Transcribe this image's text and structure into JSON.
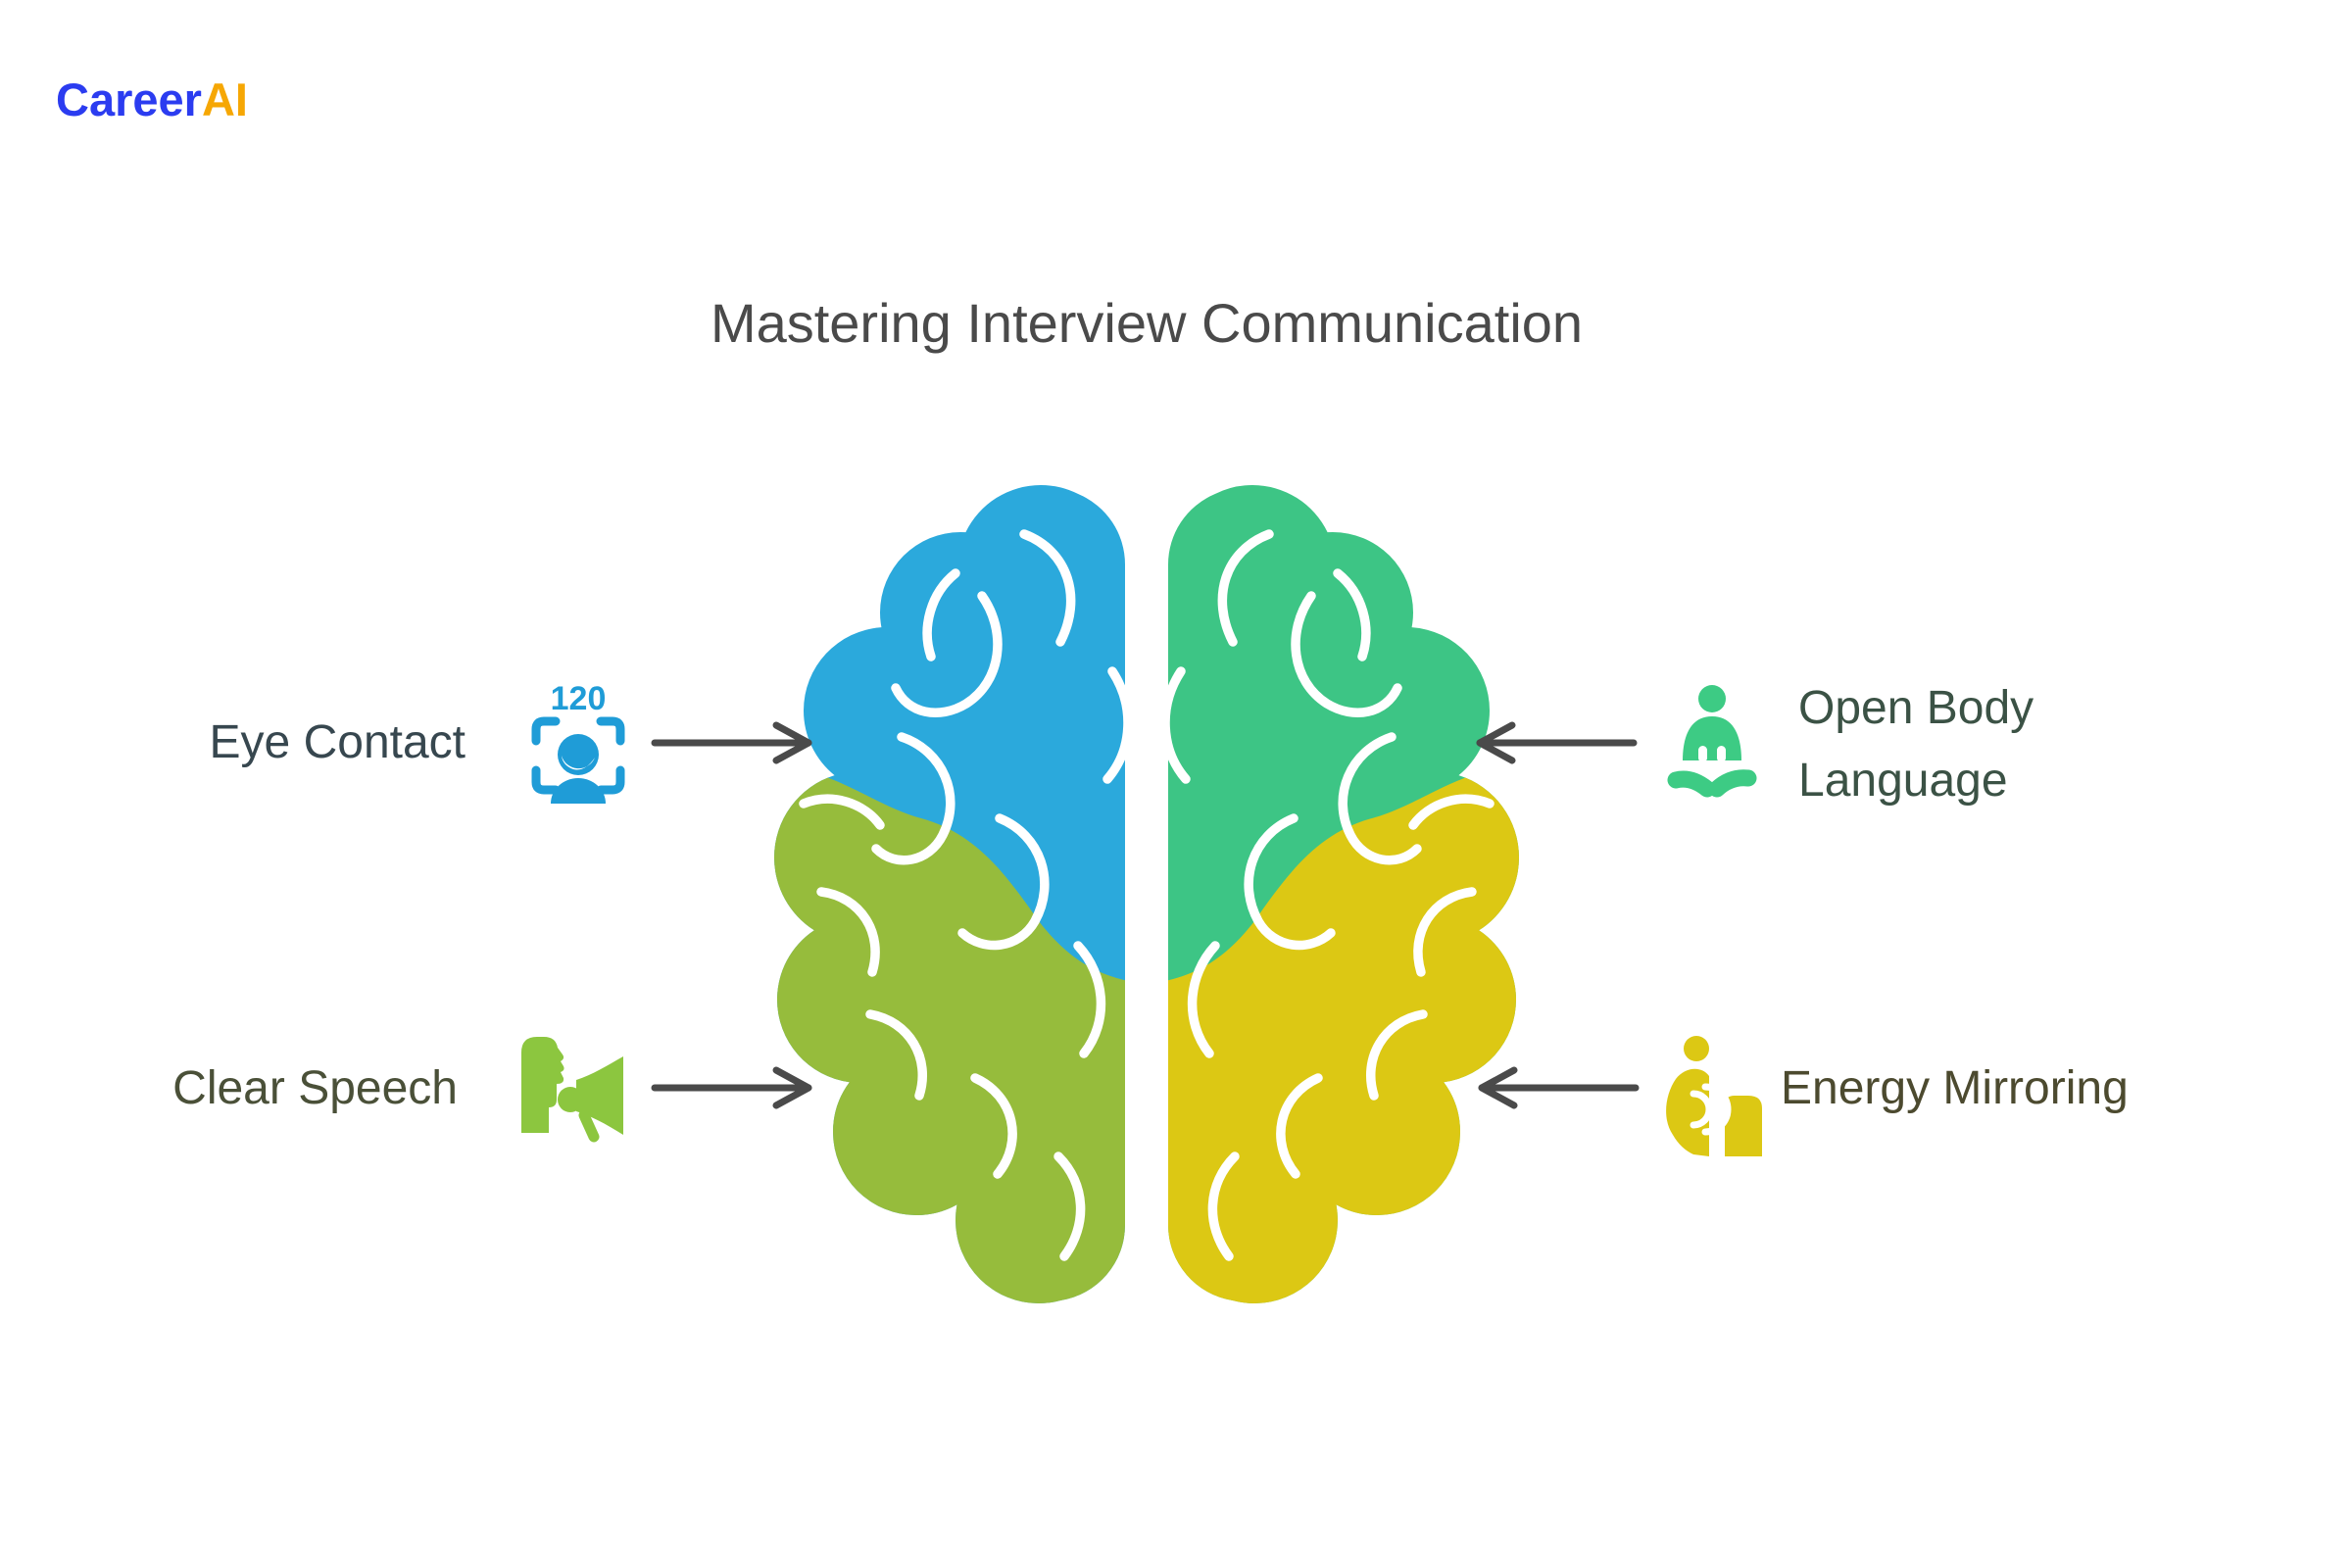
{
  "brand": {
    "logo_part1": "Career",
    "logo_part2": "AI",
    "logo_colors": {
      "part1": "#2B3CF0",
      "part2": "#F6A704"
    }
  },
  "title": "Mastering Interview Communication",
  "diagram": {
    "type": "brain-quadrant-infographic",
    "center_graphic": "top view brain split into four colored quadrants with white gyri lines",
    "background_color": "#FFFFFF",
    "arrow_color": "#4A4A4A",
    "quadrants": [
      {
        "id": "top-left",
        "color": "#2BA9DC",
        "linked_label": "Eye Contact"
      },
      {
        "id": "top-right",
        "color": "#3DC585",
        "linked_label": "Open Body Language"
      },
      {
        "id": "bottom-left",
        "color": "#96BC3C",
        "linked_label": "Clear Speech"
      },
      {
        "id": "bottom-right",
        "color": "#DCC814",
        "linked_label": "Energy Mirroring"
      }
    ],
    "callouts": [
      {
        "label": "Eye Contact",
        "side": "left",
        "row": "top",
        "arrow_direction": "right",
        "icon": "face-scan-icon",
        "icon_badge": "120",
        "icon_color": "#1F9CD7",
        "text_color": "#37474F"
      },
      {
        "label": "Clear Speech",
        "side": "left",
        "row": "bottom",
        "arrow_direction": "right",
        "icon": "speaking-megaphone-icon",
        "icon_color": "#8CC63F",
        "text_color": "#4A5038"
      },
      {
        "label": "Open Body Language",
        "side": "right",
        "row": "top",
        "arrow_direction": "left",
        "icon": "open-posture-person-icon",
        "icon_color": "#3DCB84",
        "text_color": "#3B5245"
      },
      {
        "label": "Energy Mirroring",
        "side": "right",
        "row": "bottom",
        "arrow_direction": "left",
        "icon": "energy-waves-person-icon",
        "icon_color": "#DCC814",
        "text_color": "#4C4A2F"
      }
    ]
  }
}
